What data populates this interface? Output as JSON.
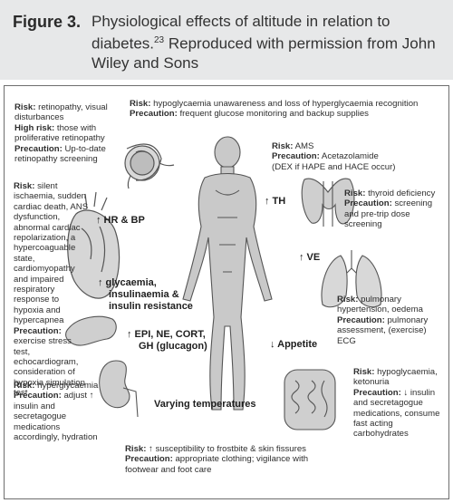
{
  "figure": {
    "label": "Figure 3.",
    "caption": "Physiological effects of altitude in relation to diabetes.",
    "ref": "23",
    "caption_tail": " Reproduced with permission from John Wiley and Sons"
  },
  "retina": {
    "risk_k": "Risk:",
    "risk": " retinopathy, visual disturbances",
    "high_k": "High risk:",
    "high": " those with proliferative retinopathy",
    "prec_k": "Precaution:",
    "prec": " Up-to-date retinopathy screening"
  },
  "hypo_top": {
    "risk_k": "Risk:",
    "risk": " hypoglycaemia unawareness and loss of hyperglycaemia recognition",
    "prec_k": "Precaution:",
    "prec": " frequent glucose monitoring and backup supplies"
  },
  "ams": {
    "risk_k": "Risk:",
    "risk": " AMS",
    "prec_k": "Precaution:",
    "prec": " Acetazolamide",
    "note": "(DEX if HAPE and HACE occur)"
  },
  "thyroid": {
    "risk_k": "Risk:",
    "risk": " thyroid deficiency",
    "prec_k": "Precaution:",
    "prec": " screening and pre-trip dose screening"
  },
  "cardiac": {
    "risk_k": "Risk:",
    "risk": " silent ischaemia, sudden cardiac death, ANS dysfunction, abnormal cardiac repolarization, a hypercoaguable state, cardiomyopathy and impaired respiratory response to hypoxia and hypercapnea",
    "prec_k": "Precaution:",
    "prec": "exercise stress test, echocardiogram, consideration of hypoxia simulation test"
  },
  "pulmonary": {
    "risk_k": "Risk:",
    "risk": " pulmonary hypertension, oedema",
    "prec_k": "Precaution:",
    "prec": " pulmonary assessment, (exercise) ECG"
  },
  "renal": {
    "risk_k": "Risk:",
    "risk": " hyperglycaemia",
    "prec_k": "Precaution:",
    "prec": " adjust ↑ insulin and secretagogue medications accordingly, hydration"
  },
  "gut": {
    "risk_k": "Risk:",
    "risk": " hypoglycaemia, ketonuria",
    "prec_k": "Precaution:",
    "prec": " ↓ insulin and secretagogue medications, consume fast acting carbohydrates"
  },
  "skin": {
    "risk_k": "Risk:",
    "risk": " ↑ susceptibility to frostbite & skin fissures",
    "prec_k": "Precaution:",
    "prec": " appropriate clothing; vigilance with footwear and foot care"
  },
  "labels": {
    "th": "↑ TH",
    "hr": "↑ HR & BP",
    "ve": "↑ VE",
    "glycaemia": "↑ glycaemia,",
    "insulinaemia": "insulinaemia &",
    "resistance": "insulin resistance",
    "epi": "↑ EPI, NE, CORT,",
    "gh": "GH (glucagon)",
    "appetite": "↓ Appetite",
    "temps": "Varying temperatures"
  }
}
